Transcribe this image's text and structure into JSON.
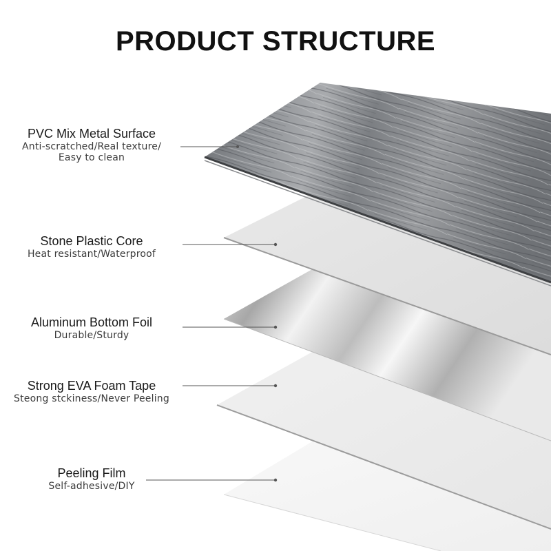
{
  "title": "PRODUCT STRUCTURE",
  "layers": [
    {
      "name": "PVC Mix Metal Surface",
      "desc": [
        "Anti-scratched/Real texture/",
        "Easy to clean"
      ]
    },
    {
      "name": "Stone Plastic Core",
      "desc": [
        "Heat resistant/Waterproof"
      ]
    },
    {
      "name": "Aluminum Bottom Foil",
      "desc": [
        "Durable/Sturdy"
      ]
    },
    {
      "name": "Strong EVA Foam Tape",
      "desc": [
        "Steong stckiness/Never Peeling"
      ]
    },
    {
      "name": "Peeling Film",
      "desc": [
        "Self-adhesive/DIY"
      ]
    }
  ],
  "colors": {
    "wood_dark": "#5f6266",
    "wood_light": "#b4b6b8",
    "core": "#e3e3e3",
    "foil_light": "#f4f4f4",
    "foil_dark": "#a9a9a9",
    "foam": "#ececec",
    "film": "#f6f6f6",
    "leader": "#555555"
  }
}
